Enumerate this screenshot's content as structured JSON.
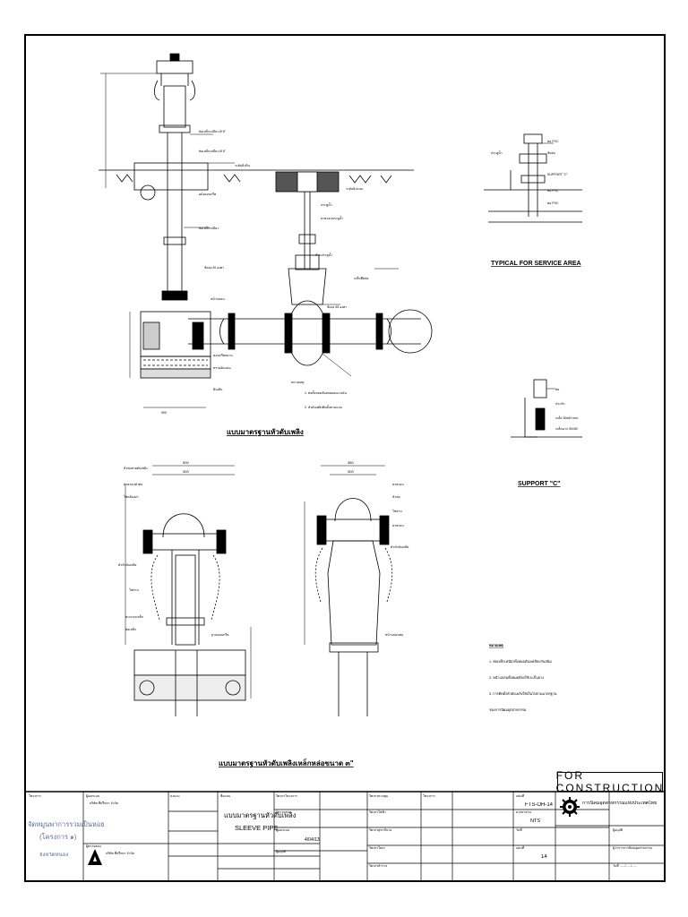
{
  "stamp": {
    "text": "FOR CONSTRUCTION"
  },
  "details": {
    "main": {
      "caption": "แบบมาตรฐานหัวดับเพลิง"
    },
    "left_hydrant": {
      "dim_top": "500",
      "dim_sub": "300"
    },
    "right_hydrant": {
      "caption": "แบบมาตรฐานหัวดับเพลิงเหล็กหล่อขนาด ๓\"",
      "dim_top": "380",
      "dim_sub": "300"
    },
    "service_area": {
      "caption": "TYPICAL FOR SERVICE AREA"
    },
    "support_c": {
      "caption": "SUPPORT \"C\""
    }
  },
  "title_block": {
    "sheet_title_th": "แบบมาตรฐานหัวดับเพลิง",
    "sheet_title_en": "SLEEVE PIPE",
    "sheet_number": "FTS-OH-14",
    "scale": "NTS",
    "sheet_no": "14",
    "date": "4/04/13",
    "project": "จัดหมูนพาการรวมเป็นหอย",
    "project_sub": "(โครงการ ๑)",
    "project_loc": "จังหวัดหนอง",
    "agency": "การนิคมอุตสาหกรรมแห่งประเทศไทย"
  }
}
